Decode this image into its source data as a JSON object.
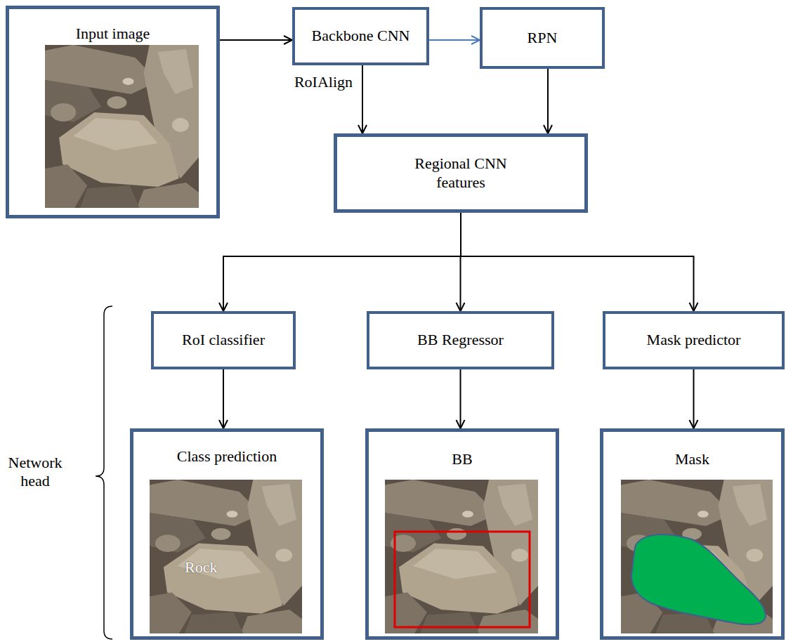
{
  "diagram": {
    "nodes": [
      {
        "text": [
          "Input image"
        ]
      },
      {
        "text": [
          "Backbone CNN"
        ]
      },
      {
        "text": [
          "RPN"
        ]
      },
      {
        "text": [
          "Regional CNN features"
        ]
      },
      {
        "text": [
          "RoI classifier"
        ]
      },
      {
        "text": [
          "BB Regressor"
        ]
      },
      {
        "text": [
          "Mask predictor"
        ]
      },
      {
        "text": [
          "Class prediction",
          "Rock"
        ]
      },
      {
        "text": [
          "BB"
        ]
      },
      {
        "text": [
          "Mask"
        ]
      }
    ],
    "edges": [
      {
        "from": 0,
        "to": 1,
        "arrow": "to"
      },
      {
        "from": 1,
        "to": 2,
        "arrow": "to"
      },
      {
        "from": 1,
        "to": 3,
        "arrow": "to",
        "label": "RoIAlign"
      },
      {
        "from": 2,
        "to": 3,
        "arrow": "to"
      },
      {
        "from": 3,
        "to": 4,
        "arrow": "to"
      },
      {
        "from": 3,
        "to": 5,
        "arrow": "to"
      },
      {
        "from": 3,
        "to": 6,
        "arrow": "to"
      },
      {
        "from": 4,
        "to": 7,
        "arrow": "to"
      },
      {
        "from": 5,
        "to": 8,
        "arrow": "to"
      },
      {
        "from": 6,
        "to": 9,
        "arrow": "to"
      }
    ],
    "labels": [
      "Network head"
    ]
  }
}
